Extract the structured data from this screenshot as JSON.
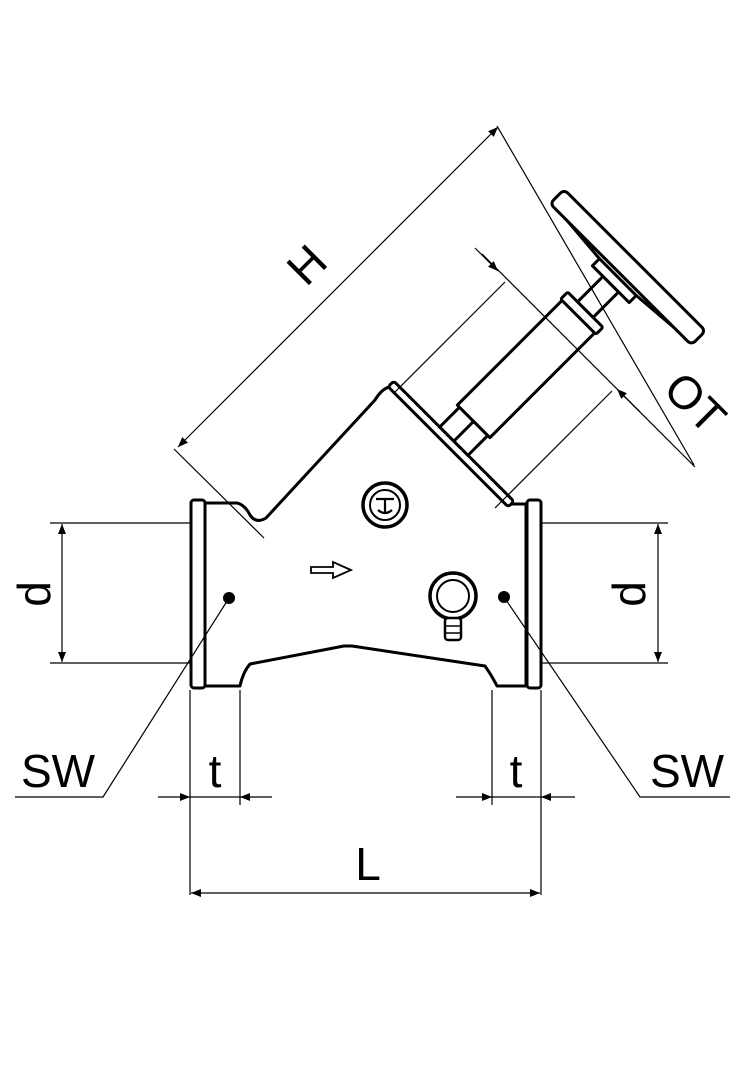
{
  "drawing": {
    "title": "Inclined seat valve dimension drawing",
    "labels": {
      "height": "H",
      "top_dimension": "OT",
      "diameter_left": "d",
      "diameter_right": "d",
      "wrench_size_left": "SW",
      "wrench_size_right": "SW",
      "insertion_left": "t",
      "insertion_right": "t",
      "length": "L"
    },
    "colors": {
      "line": "#000000",
      "background": "#ffffff"
    }
  }
}
